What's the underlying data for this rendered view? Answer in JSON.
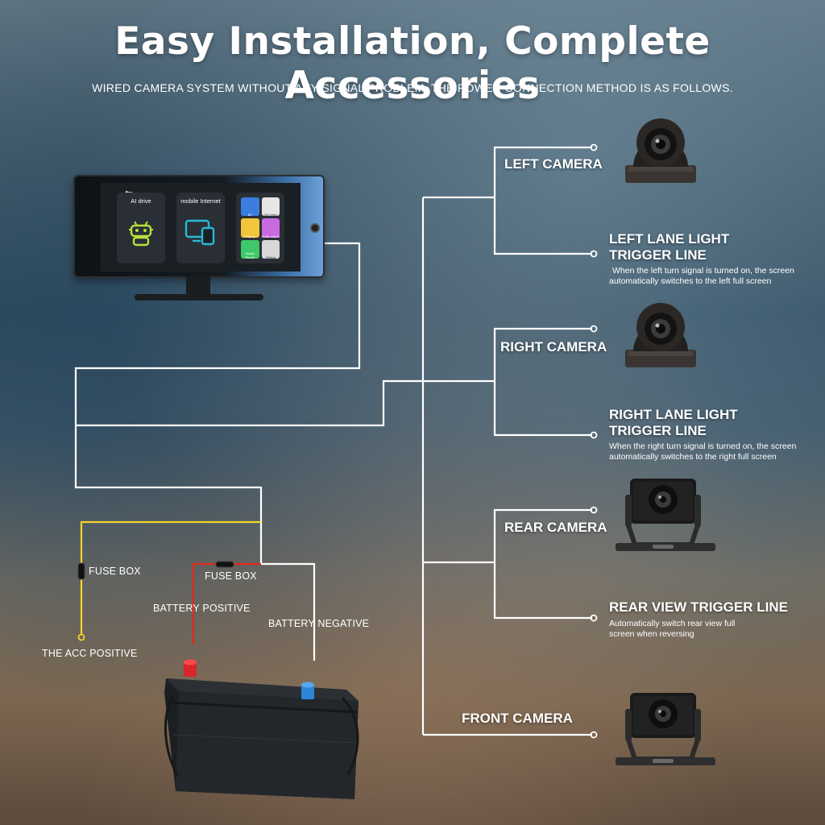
{
  "title": "Easy Installation, Complete Accessories",
  "subtitle": "WIRED CAMERA SYSTEM WITHOUT ANY SIGNAL PROBLEM. THE POWER CONNECTION METHOD IS AS FOLLOWS.",
  "monitor": {
    "apps": [
      {
        "label": "AI drive",
        "icon": "robot-icon"
      },
      {
        "label": "mobile Internet",
        "icon": "screens-icon"
      }
    ],
    "tiles": [
      "BT",
      "Still video",
      "Replay",
      "Audio output",
      "Switch Phone",
      "Setting"
    ]
  },
  "outputs": {
    "left_camera": "LEFT CAMERA",
    "left_lane": {
      "title_line1": "LEFT LANE LIGHT",
      "title_line2": "TRIGGER LINE",
      "desc_line1": "When the left turn signal is turned on, the screen",
      "desc_line2": "automatically switches to the left full screen"
    },
    "right_camera": "RIGHT CAMERA",
    "right_lane": {
      "title_line1": "RIGHT LANE LIGHT",
      "title_line2": "TRIGGER LINE",
      "desc_line1": "When the right turn signal is turned on, the screen",
      "desc_line2": "automatically switches to the right full screen"
    },
    "rear_camera": "REAR CAMERA",
    "rear_view": {
      "title": "REAR VIEW TRIGGER LINE",
      "desc_line1": "Automatically switch rear view full",
      "desc_line2": "screen when reversing"
    },
    "front_camera": "FRONT CAMERA"
  },
  "power": {
    "fuse_box_1": "FUSE BOX",
    "fuse_box_2": "FUSE BOX",
    "battery_positive": "BATTERY POSITIVE",
    "battery_negative": "BATTERY NEGATIVE",
    "acc_positive": "THE ACC POSITIVE"
  },
  "colors": {
    "wire": "#ffffff",
    "acc_wire": "#f2d230",
    "positive_wire": "#e02a1f",
    "negative_wire": "#ffffff",
    "positive_terminal": "#d8262a",
    "negative_terminal": "#2a86d6"
  }
}
